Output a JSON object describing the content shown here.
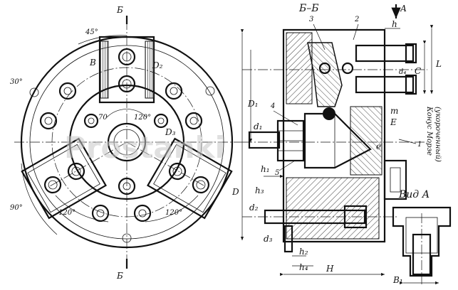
{
  "front_view": {
    "section_mark_top": "Б",
    "section_mark_bottom": "Б",
    "angle_45": "45°",
    "angle_30": "30°",
    "angle_90": "90°",
    "angle_120_left": "120°",
    "angle_120_right": "120°",
    "angle_120_inner": "120°",
    "angle_70": "70",
    "label_B": "B",
    "label_D2": "D₂",
    "label_D3": "D₃"
  },
  "section_view": {
    "title": "Б–Б",
    "view_arrow": "А",
    "callout_1": "1",
    "callout_2": "2",
    "callout_3": "3",
    "callout_4": "4",
    "callout_5": "5",
    "dim_h": "h",
    "dim_C": "C",
    "dim_L": "L",
    "dim_d4": "d₄",
    "dim_D1": "D₁",
    "dim_m": "m",
    "dim_E": "E",
    "dim_e": "e",
    "dim_d1": "d₁",
    "dim_h1": "h₁",
    "dim_h3": "h₃",
    "dim_d2": "d₂",
    "dim_D": "D",
    "dim_d3": "d₃",
    "dim_h2": "h₂",
    "dim_h4": "h₄",
    "dim_H": "H",
    "morse_line1": "Конус Морзе",
    "morse_line2": "(укороченный)"
  },
  "view_a": {
    "title": "Вид А",
    "dim_B1": "B₁"
  },
  "watermark": "Prostanki"
}
